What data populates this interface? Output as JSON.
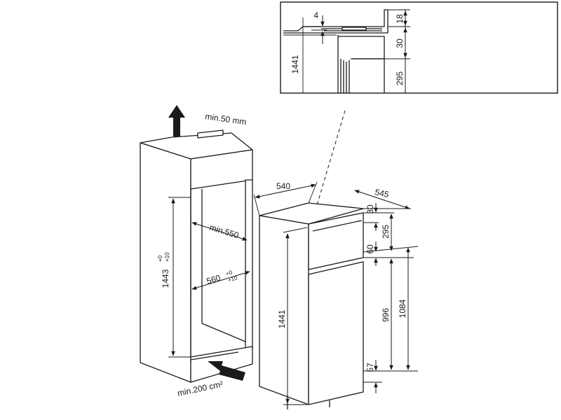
{
  "detail": {
    "dim_4": "4",
    "dim_18": "18",
    "dim_30": "30",
    "dim_295": "295",
    "dim_1441": "1441"
  },
  "niche": {
    "ventilation_top": "min.50 mm",
    "depth": "min.550",
    "width": "560",
    "width_tol_upper": "+0",
    "width_tol_lower": "+10",
    "height": "1443",
    "height_tol_upper": "+0",
    "height_tol_lower": "+10",
    "ventilation_bottom": "min.200 cm²"
  },
  "appliance": {
    "width": "540",
    "depth": "545",
    "dim_30": "30",
    "dim_295": "295",
    "dim_60": "60",
    "dim_996": "996",
    "dim_1084": "1084",
    "dim_57": "57",
    "height": "1441"
  }
}
